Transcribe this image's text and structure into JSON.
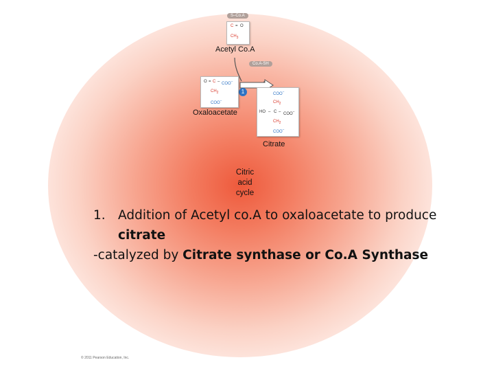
{
  "diagram": {
    "acetyl_coa": {
      "badge": "S–Co.A",
      "carbonyl_c": "C",
      "double_bond": "=",
      "oxygen": "O",
      "methyl": "CH",
      "methyl_sub": "3",
      "label": "Acetyl Co.A"
    },
    "coa_sh": "Co.A-SH",
    "step_badge": "1",
    "oxaloacetate": {
      "keto_o": "O",
      "eq": "=",
      "c1": "C",
      "dash": "–",
      "coo1": "COO",
      "coo1_sup": "−",
      "ch2": "CH",
      "ch2_sub": "2",
      "coo2": "COO",
      "coo2_sup": "−",
      "label": "Oxaloacetate"
    },
    "citrate": {
      "coo_top": "COO",
      "coo_top_sup": "−",
      "ch2_top": "CH",
      "ch2_top_sub": "2",
      "ho": "HO",
      "dash1": "–",
      "c": "C",
      "dash2": "–",
      "coo_mid": "COO",
      "coo_mid_sup": "−",
      "ch2_bot": "CH",
      "ch2_bot_sub": "2",
      "coo_bot": "COO",
      "coo_bot_sup": "−",
      "label": "Citrate"
    },
    "cycle_label": [
      "Citric",
      "acid",
      "cycle"
    ]
  },
  "step": {
    "number": "1.",
    "line1": "Addition of Acetyl co.A to oxaloacetate to produce",
    "line2": "citrate",
    "line3_prefix": "-catalyzed by ",
    "line3_bold": "Citrate synthase or Co.A Synthase"
  },
  "copyright": "© 2011 Pearson Education, Inc.",
  "colors": {
    "glow_center": "#ee5a3c",
    "carbon_red": "#d9382a",
    "oxygen_blue": "#2d73c4",
    "arrow_gray": "#555555"
  }
}
